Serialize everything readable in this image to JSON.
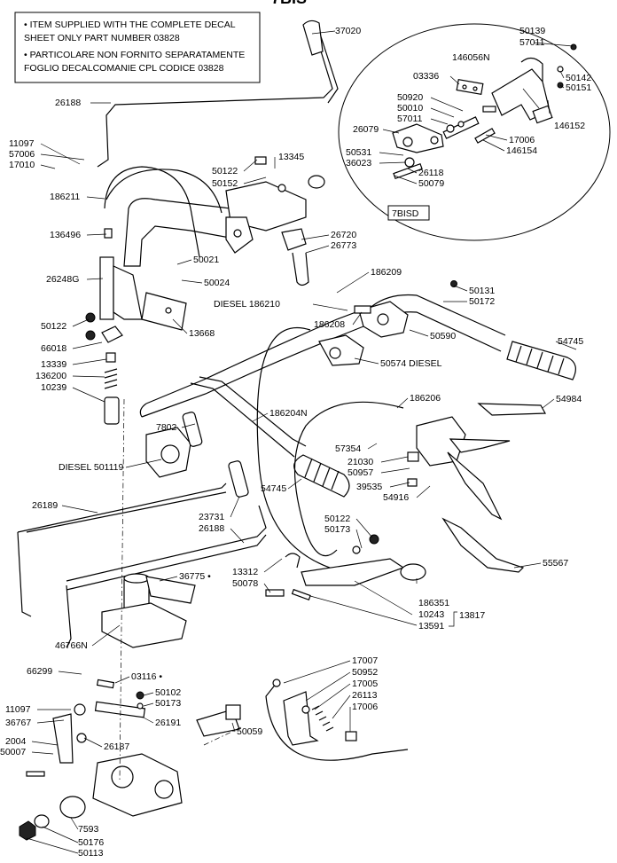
{
  "header": {
    "title_partial": "7BIS"
  },
  "note": {
    "lines": [
      "•  ITEM SUPPLIED WITH THE COMPLETE DECAL",
      "    SHEET ONLY PART NUMBER 03828",
      "•  PARTICOLARE NON FORNITO SEPARATAMENTE",
      "    FOGLIO DECALCOMANIE CPL CODICE 03828"
    ]
  },
  "inset": {
    "tag": "7BISD"
  },
  "labels": [
    "37020",
    "26188",
    "11097",
    "57006",
    "17010",
    "186211",
    "136496",
    "26248G",
    "50122",
    "66018",
    "13339",
    "136200",
    "10239",
    "DIESEL 501119",
    "26189",
    "46766N",
    "66299",
    "11097",
    "36767",
    "2004",
    "50007",
    "7593",
    "50176",
    "50113",
    "50122",
    "50152",
    "13345",
    "26720",
    "26773",
    "50021",
    "50024",
    "13668",
    "DIESEL 186210",
    "186209",
    "186208",
    "50590",
    "50574 DIESEL",
    "50131",
    "50172",
    "54745",
    "7802",
    "186204N",
    "186206",
    "54984",
    "57354",
    "21030",
    "50957",
    "39535",
    "54916",
    "54745",
    "23731",
    "26188",
    "50122",
    "50173",
    "55567",
    "13312",
    "50078",
    "36775 •",
    "186351",
    "10243",
    "13591",
    "13817",
    "03116 •",
    "50102",
    "50173",
    "26191",
    "26187",
    "50059",
    "17007",
    "50952",
    "17005",
    "26113",
    "17006",
    "50139",
    "57011",
    "146056N",
    "50142",
    "50151",
    "03336",
    "50920",
    "50010",
    "57011",
    "146152",
    "26079",
    "17006",
    "50531",
    "146154",
    "36023",
    "26118",
    "50079"
  ]
}
